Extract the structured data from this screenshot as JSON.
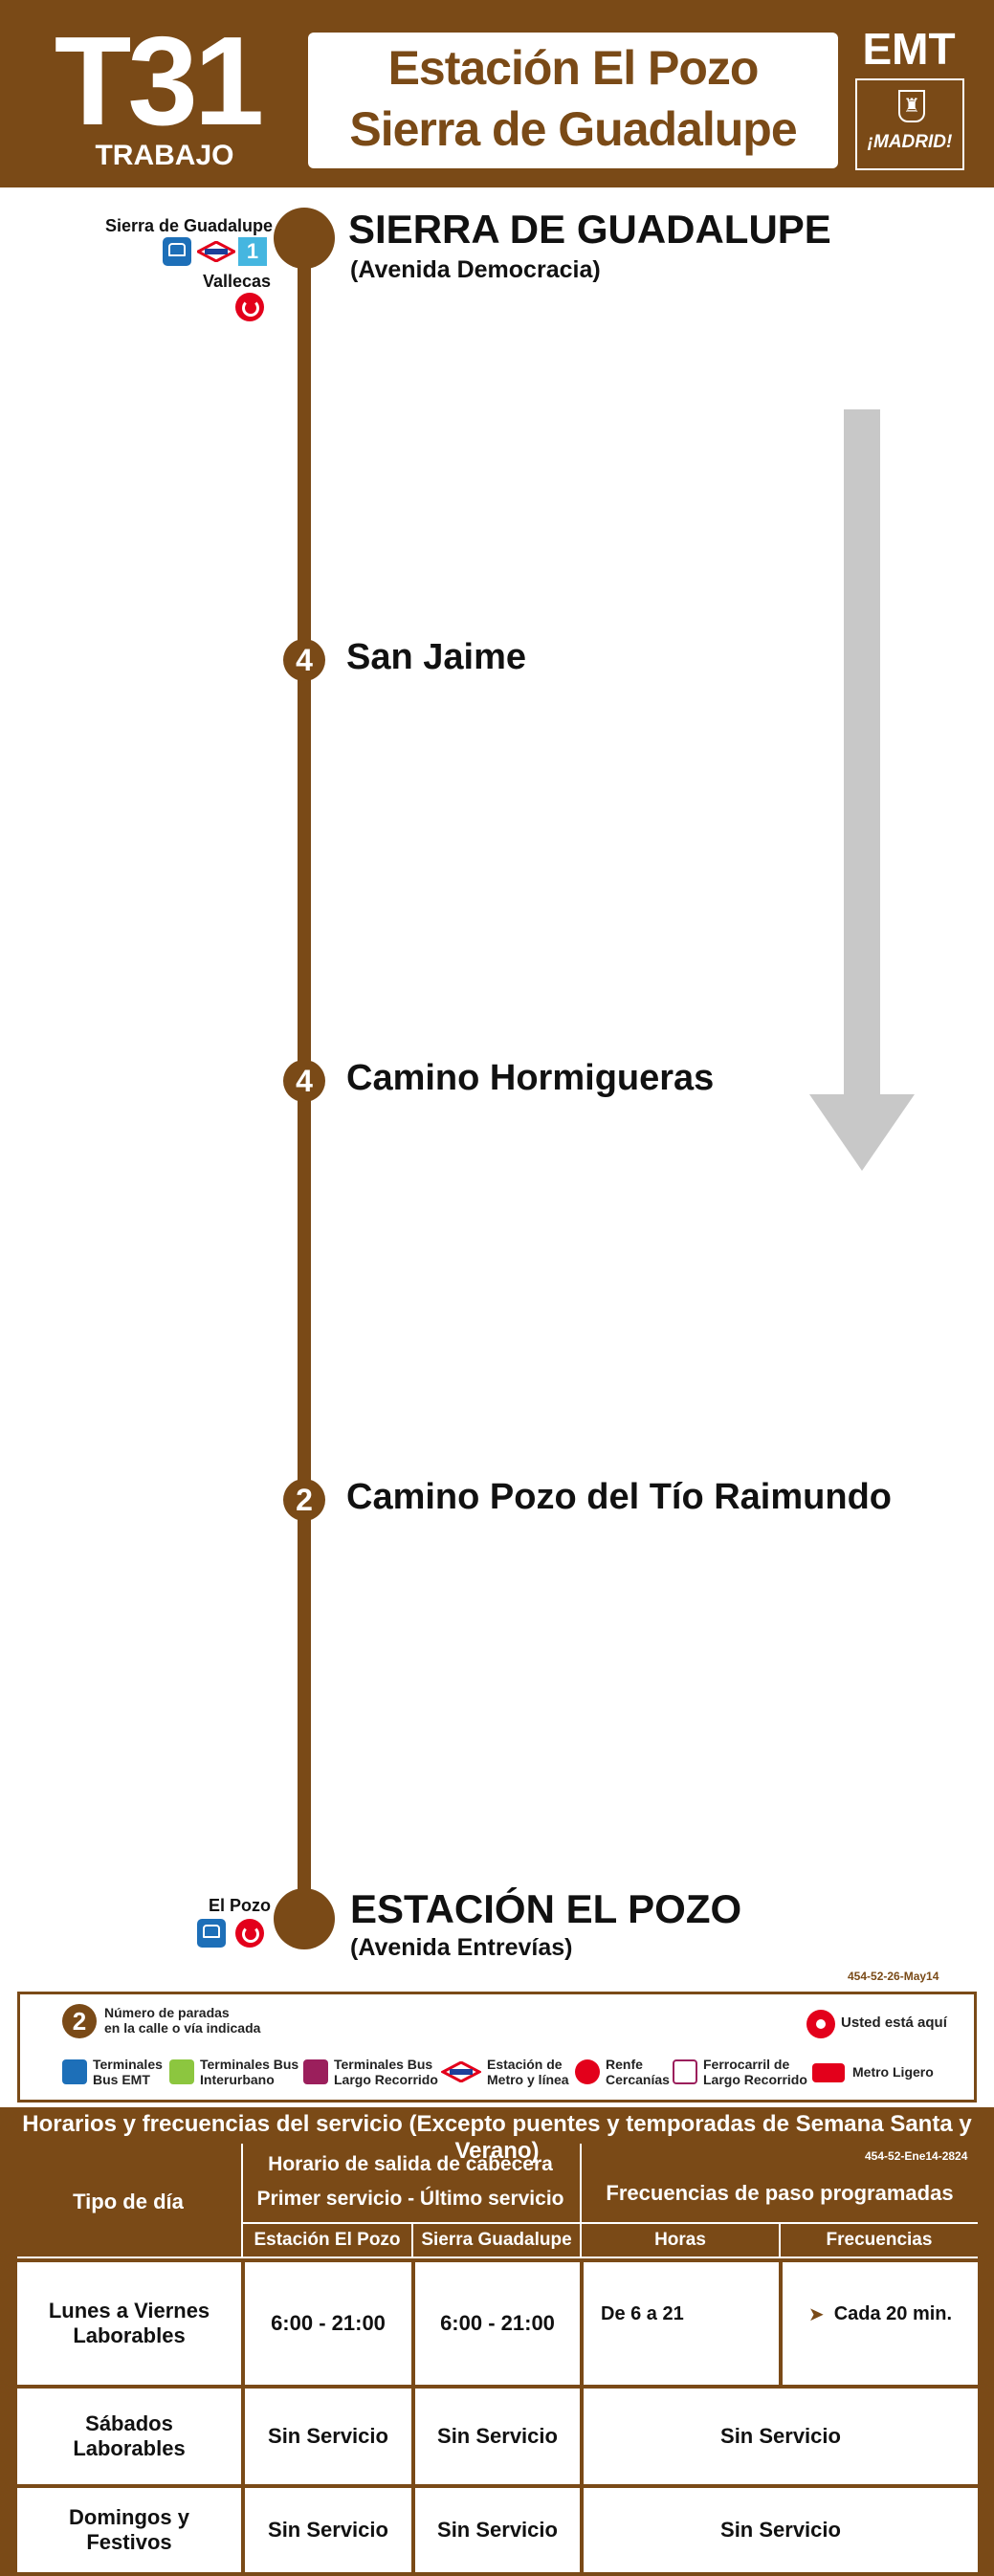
{
  "header": {
    "line_number": "T31",
    "line_type": "TRABAJO",
    "destination_line1": "Estación El Pozo",
    "destination_line2": "Sierra de Guadalupe",
    "operator": "EMT",
    "city_brand": "¡MADRID!"
  },
  "colors": {
    "brand": "#7a4a17",
    "arrow": "#c8c8c8",
    "renfe": "#e3001b",
    "bus": "#1d6fb8",
    "metro_line1": "#45b6e0"
  },
  "route": {
    "start": {
      "name": "SIERRA DE GUADALUPE",
      "subtitle": "(Avenida Democracia)",
      "connection_label_1": "Sierra de Guadalupe",
      "connection_label_2": "Vallecas",
      "metro_line": "1",
      "icons": [
        "bus-emt-icon",
        "metro-icon",
        "metro-line-1-icon",
        "renfe-icon"
      ]
    },
    "stops": [
      {
        "count": "4",
        "name": "San Jaime"
      },
      {
        "count": "4",
        "name": "Camino Hormigueras"
      },
      {
        "count": "2",
        "name": "Camino Pozo del Tío Raimundo"
      }
    ],
    "end": {
      "name": "ESTACIÓN EL POZO",
      "subtitle": "(Avenida Entrevías)",
      "connection_label": "El Pozo",
      "icons": [
        "bus-emt-icon",
        "renfe-icon"
      ]
    },
    "direction": "down"
  },
  "legend": {
    "code": "454-52-26-May14",
    "badge_example": "2",
    "stops_label_1": "Número de paradas",
    "stops_label_2": "en la calle o vía indicada",
    "you_are_here": "Usted está aquí",
    "items": [
      {
        "line1": "Terminales",
        "line2": "Bus EMT",
        "icon": "bus-emt-icon"
      },
      {
        "line1": "Terminales Bus",
        "line2": "Interurbano",
        "icon": "bus-interurbano-icon"
      },
      {
        "line1": "Terminales Bus",
        "line2": "Largo Recorrido",
        "icon": "bus-largo-recorrido-icon"
      },
      {
        "line1": "Estación de",
        "line2": "Metro y línea",
        "icon": "metro-icon"
      },
      {
        "line1": "Renfe",
        "line2": "Cercanías",
        "icon": "renfe-icon"
      },
      {
        "line1": "Ferrocarril de",
        "line2": "Largo Recorrido",
        "icon": "train-icon"
      },
      {
        "line1": "Metro Ligero",
        "line2": "",
        "icon": "metro-ligero-icon"
      }
    ]
  },
  "schedule": {
    "title": "Horarios y frecuencias del servicio (Excepto puentes y temporadas de Semana Santa y Verano)",
    "code": "454-52-Ene14-2824",
    "col_day_type": "Tipo de día",
    "col_departure_1": "Horario de salida de cabecera",
    "col_departure_2": "Primer servicio - Último servicio",
    "col_frequencies": "Frecuencias de paso programadas",
    "sub_pozo": "Estación El Pozo",
    "sub_sierra": "Sierra Guadalupe",
    "sub_hours": "Horas",
    "sub_freq": "Frecuencias",
    "rows": [
      {
        "day_1": "Lunes a Viernes",
        "day_2": "Laborables",
        "pozo": "6:00 - 21:00",
        "sierra": "6:00 - 21:00",
        "hours": "De 6 a 21",
        "freq": "Cada 20 min."
      },
      {
        "day_1": "Sábados",
        "day_2": "Laborables",
        "pozo": "Sin Servicio",
        "sierra": "Sin Servicio",
        "merged": "Sin Servicio"
      },
      {
        "day_1": "Domingos y",
        "day_2": "Festivos",
        "pozo": "Sin Servicio",
        "sierra": "Sin Servicio",
        "merged": "Sin Servicio"
      }
    ]
  }
}
